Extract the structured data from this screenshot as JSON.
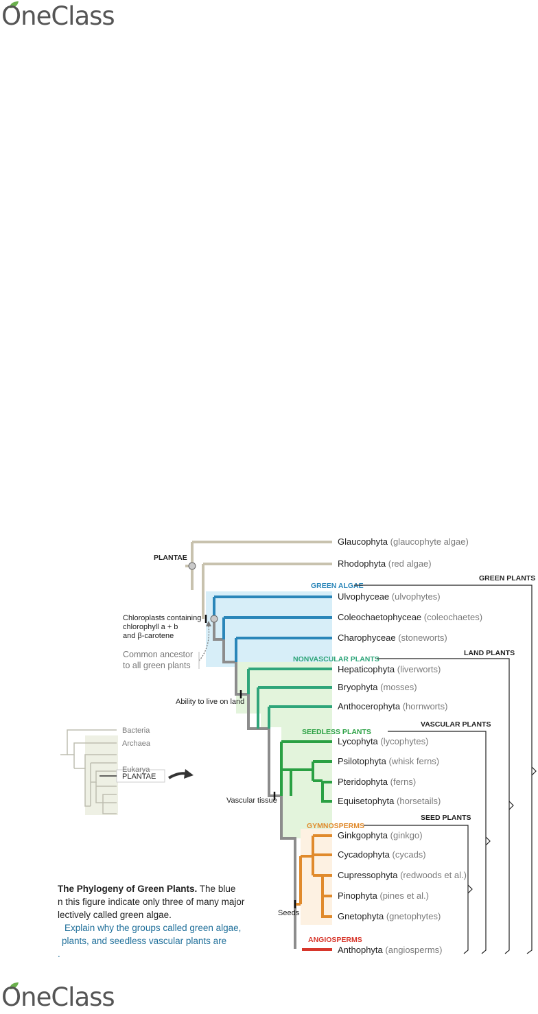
{
  "branding": {
    "logo_text": "OneClass",
    "leaf_color": "#6ab04c"
  },
  "colors": {
    "plantae": "#c8c2ae",
    "green_algae": "#2a86b9",
    "green_algae_fill": "#d7eef8",
    "nonvascular": "#2fa57a",
    "seedless": "#2aa043",
    "land_fill": "#e3f4dc",
    "gymnosperms": "#e08a2c",
    "gymno_fill": "#fdf1e2",
    "angiosperms": "#d7362b",
    "stem": "#8c8c8c"
  },
  "taxa": [
    {
      "name": "Glaucophyta",
      "common": "(glaucophyte algae)"
    },
    {
      "name": "Rhodophyta",
      "common": "(red algae)"
    },
    {
      "name": "Ulvophyceae",
      "common": "(ulvophytes)"
    },
    {
      "name": "Coleochaetophyceae",
      "common": "(coleochaetes)"
    },
    {
      "name": "Charophyceae",
      "common": "(stoneworts)"
    },
    {
      "name": "Hepaticophyta",
      "common": "(liverworts)"
    },
    {
      "name": "Bryophyta",
      "common": "(mosses)"
    },
    {
      "name": "Anthocerophyta",
      "common": "(hornworts)"
    },
    {
      "name": "Lycophyta",
      "common": "(lycophytes)"
    },
    {
      "name": "Psilotophyta",
      "common": "(whisk ferns)"
    },
    {
      "name": "Pteridophyta",
      "common": "(ferns)"
    },
    {
      "name": "Equisetophyta",
      "common": "(horsetails)"
    },
    {
      "name": "Ginkgophyta",
      "common": "(ginkgo)"
    },
    {
      "name": "Cycadophyta",
      "common": "(cycads)"
    },
    {
      "name": "Cupressophyta",
      "common": "(redwoods et al.)"
    },
    {
      "name": "Pinophyta",
      "common": "(pines et al.)"
    },
    {
      "name": "Gnetophyta",
      "common": "(gnetophytes)"
    },
    {
      "name": "Anthophyta",
      "common": "(angiosperms)"
    }
  ],
  "group_labels": {
    "plantae": "PLANTAE",
    "green_algae": "GREEN ALGAE",
    "nonvascular": "NONVASCULAR PLANTS",
    "seedless": "SEEDLESS PLANTS",
    "gymnosperms": "GYMNOSPERMS",
    "angiosperms": "ANGIOSPERMS"
  },
  "bracket_labels": {
    "green_plants": "GREEN PLANTS",
    "land_plants": "LAND PLANTS",
    "vascular_plants": "VASCULAR PLANTS",
    "seed_plants": "SEED PLANTS"
  },
  "annotations": {
    "chloro_1": "Chloroplasts containing",
    "chloro_2": "chlorophyll a + b",
    "chloro_3": "and β-carotene",
    "ancestor_1": "Common ancestor",
    "ancestor_2": "to all green plants",
    "land": "Ability to live on land",
    "vascular": "Vascular tissue",
    "seeds": "Seeds"
  },
  "inset": {
    "bacteria": "Bacteria",
    "archaea": "Archaea",
    "eukarya": "Eukarya",
    "plantae": "PLANTAE"
  },
  "caption": {
    "title": "The Phylogeny of Green Plants.",
    "line1_rest": " The blue",
    "line2": "n this figure indicate only three of many major",
    "line3": "lectively called green algae.",
    "q1": "Explain why the groups called green algae,",
    "q2": "plants, and seedless vascular plants are",
    "q3": "."
  }
}
